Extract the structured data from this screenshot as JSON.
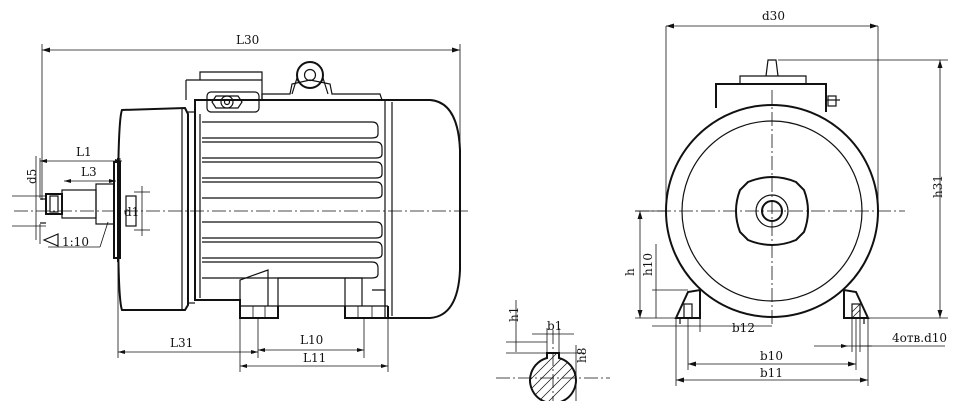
{
  "labels": {
    "L30": "L30",
    "L1": "L1",
    "L3": "L3",
    "d5": "d5",
    "d1": "d1",
    "taper": "1:10",
    "L31": "L31",
    "L10": "L10",
    "L11": "L11",
    "h1": "h1",
    "b1": "b1",
    "h8": "h8",
    "d30": "d30",
    "h31": "h31",
    "h": "h",
    "h10": "h10",
    "b12": "b12",
    "b10": "b10",
    "b11": "b11",
    "holes": "4отв.d10"
  }
}
